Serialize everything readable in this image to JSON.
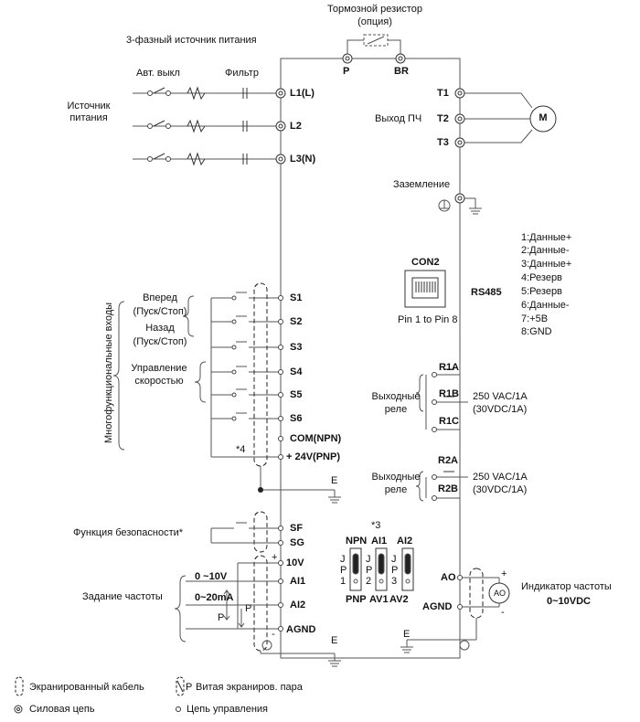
{
  "top": {
    "brake_resistor": "Тормозной резистор",
    "brake_option": "(опция)",
    "terminal_p": "P",
    "terminal_br": "BR",
    "three_phase": "3-фазный источник питания"
  },
  "input": {
    "breaker": "Авт. выкл",
    "filter": "Фильтр",
    "source_line1": "Источник",
    "source_line2": "питания",
    "terminals": [
      "L1(L)",
      "L2",
      "L3(N)"
    ]
  },
  "output": {
    "label": "Выход ПЧ",
    "terminals": [
      "T1",
      "T2",
      "T3"
    ],
    "motor": "M",
    "ground_label": "Заземление"
  },
  "rs485": {
    "connector": "CON2",
    "name": "RS485",
    "pins_caption": "Pin 1 to Pin 8",
    "pinout": [
      "1:Данные+",
      "2:Данные-",
      "3:Данные+",
      "4:Резерв",
      "5:Резерв",
      "6:Данные-",
      "7:+5B",
      "8:GND"
    ]
  },
  "inputs": {
    "group_label": "Многофункциональные входы",
    "forward_1": "Вперед",
    "forward_2": "(Пуск/Стоп)",
    "reverse_1": "Назад",
    "reverse_2": "(Пуск/Стоп)",
    "speed_1": "Управление",
    "speed_2": "скоростью",
    "terminals": [
      "S1",
      "S2",
      "S3",
      "S4",
      "S5",
      "S6",
      "COM(NPN)",
      "+ 24V(PNP)"
    ],
    "note4": "*4",
    "earth": "E"
  },
  "relays": {
    "label1": "Выходные",
    "label2": "реле",
    "rating1": "250 VAC/1A",
    "rating2": "(30VDC/1A)",
    "r1": [
      "R1A",
      "R1B",
      "R1C"
    ],
    "r2": [
      "R2A",
      "R2B"
    ]
  },
  "safety": {
    "label": "Функция безопасности*",
    "terminals": [
      "SF",
      "SG"
    ]
  },
  "jumpers": {
    "note3": "*3",
    "top_labels": [
      "NPN",
      "AI1",
      "AI2"
    ],
    "bottom_labels": [
      "PNP",
      "AV1",
      "AV2"
    ],
    "jp_letters": [
      "J",
      "P",
      "1",
      "J",
      "P",
      "2",
      "J",
      "P",
      "3"
    ]
  },
  "analog": {
    "label": "Задание частоты",
    "terminals": [
      "10V",
      "AI1",
      "AI2",
      "AGND"
    ],
    "range_v": "0 ~10V",
    "range_ma": "0~20mA",
    "plus": "+",
    "minus": "-",
    "pair_p": "P",
    "earth": "E"
  },
  "ao": {
    "terminals": [
      "AO",
      "AGND"
    ],
    "indicator": "Индикатор частоты",
    "range": "0~10VDC",
    "meter": "AO",
    "plus": "+",
    "minus": "-",
    "earth": "E"
  },
  "legend": {
    "shielded": "Экранированный кабель",
    "twisted": "Витая экраниров. пара",
    "twisted_p": "P",
    "power": "Силовая цепь",
    "control": "Цепь управления"
  }
}
